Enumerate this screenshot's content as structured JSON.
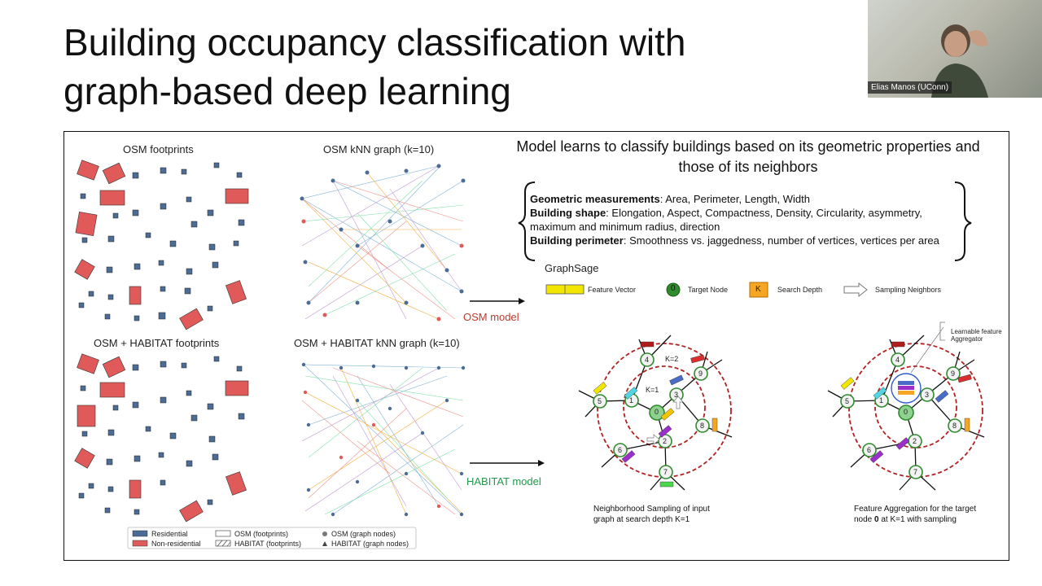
{
  "slide": {
    "title_line1": "Building occupancy classification with",
    "title_line2": "graph-based deep learning"
  },
  "webcam": {
    "participant_name": "Elias Manos (UConn)"
  },
  "figure": {
    "panel_osm_footprints": "OSM footprints",
    "panel_osm_knn": "OSM kNN graph (k=10)",
    "panel_hab_footprints": "OSM + HABITAT footprints",
    "panel_hab_knn": "OSM + HABITAT kNN graph (k=10)",
    "osm_model": "OSM model",
    "habitat_model": "HABITAT model",
    "headline": "Model learns to classify buildings based on its geometric properties and those of its neighbors",
    "features": [
      {
        "label": "Geometric measurements",
        "text": ": Area, Perimeter, Length, Width"
      },
      {
        "label": "Building shape",
        "text": ": Elongation, Aspect, Compactness, Density, Circularity, asymmetry, maximum and minimum radius, direction"
      },
      {
        "label": "Building perimeter",
        "text": ": Smoothness vs. jaggedness, number of vertices, vertices per area"
      }
    ],
    "graphsage_title": "GraphSage",
    "gs_legend": {
      "feature_vector": "Feature Vector",
      "target_node_symbol": "0",
      "target_node": "Target Node",
      "search_depth_symbol": "K",
      "search_depth": "Search Depth",
      "sampling_neighbors": "Sampling Neighbors"
    },
    "diagram_left": {
      "k2": "K=2",
      "k1": "K=1",
      "nodes": [
        "0",
        "1",
        "2",
        "3",
        "4",
        "5",
        "6",
        "7",
        "8",
        "9"
      ],
      "caption_line1": "Neighborhood Sampling of input",
      "caption_line2": "graph at search depth K=1"
    },
    "diagram_right": {
      "aggregator_line1": "Learnable feature",
      "aggregator_line2": "Aggregator",
      "nodes": [
        "0",
        "1",
        "2",
        "3",
        "4",
        "5",
        "6",
        "7",
        "8",
        "9"
      ],
      "caption_line1_pre": "Feature Aggregation for the target",
      "caption_line2_pre": "node ",
      "caption_line2_bold": "0",
      "caption_line2_post": " at K=1 with sampling"
    },
    "map_legend": {
      "residential": "Residential",
      "non_residential": "Non-residential",
      "osm_footprints": "OSM (footprints)",
      "habitat_footprints": "HABITAT (footprints)",
      "osm_graph_nodes": "OSM (graph nodes)",
      "habitat_graph_nodes": "HABITAT (graph nodes)"
    },
    "colors": {
      "residential": "#4a6c95",
      "non_residential": "#e05a5a",
      "target_node_fill": "#2e8b2e",
      "search_depth_fill": "#f5a623",
      "feature_vector_fill": "#f2e600",
      "osm_model_text": "#c0392b",
      "habitat_model_text": "#1f9a4a"
    }
  }
}
